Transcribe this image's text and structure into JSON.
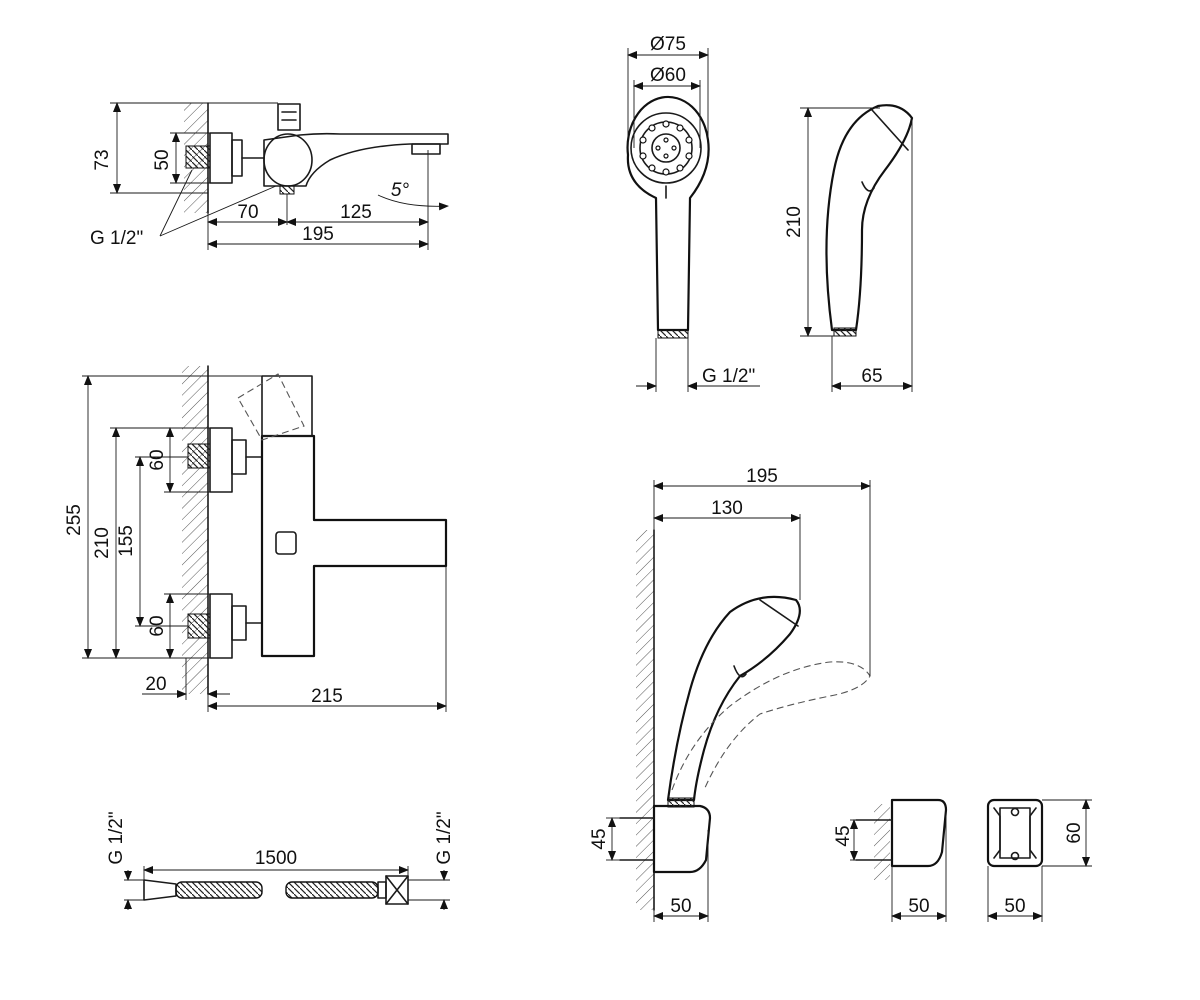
{
  "dimensions": {
    "spout_height": "73",
    "spout_inlet": "50",
    "spout_len1": "70",
    "spout_len2": "125",
    "spout_total": "195",
    "spout_angle": "5°",
    "spout_thread": "G 1/2\"",
    "head_d_outer": "Ø75",
    "head_d_inner": "Ø60",
    "head_thread": "G 1/2\"",
    "head_len": "210",
    "head_depth": "65",
    "mixer_height": "255",
    "mixer_h2": "210",
    "mixer_centers": "155",
    "mixer_in1": "60",
    "mixer_in2": "60",
    "mixer_wall": "20",
    "mixer_depth": "215",
    "hose_len": "1500",
    "hose_thread_l": "G 1/2\"",
    "hose_thread_r": "G 1/2\"",
    "holder_reach": "195",
    "holder_reach2": "130",
    "holder_h": "45",
    "holder_w": "50",
    "bracket_h": "45",
    "bracket_w": "50",
    "bracket_front_w": "50",
    "bracket_front_h": "60"
  }
}
